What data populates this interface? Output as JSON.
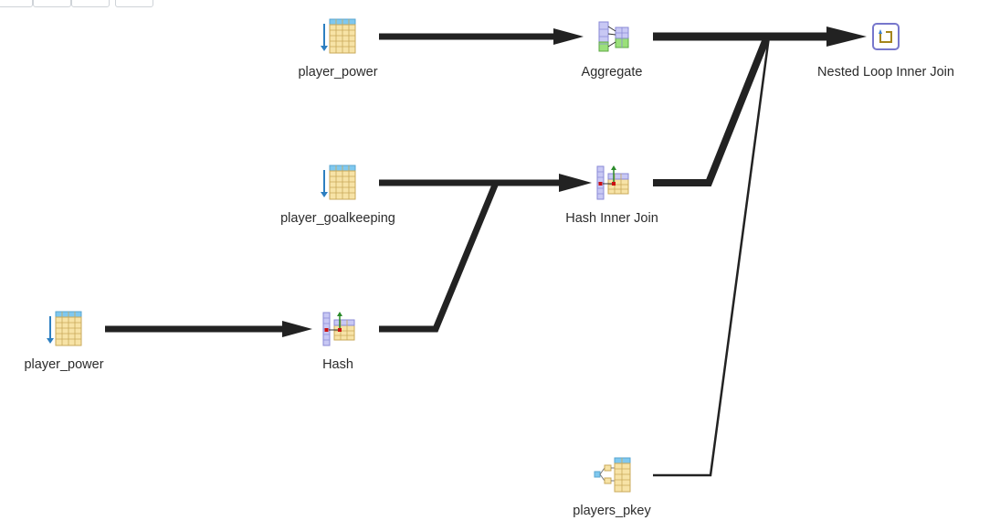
{
  "toolbar": {
    "buttons": [
      {
        "name": "toolbar-button-1"
      },
      {
        "name": "toolbar-button-2"
      },
      {
        "name": "toolbar-button-3"
      },
      {
        "name": "toolbar-button-4"
      }
    ]
  },
  "nodes": {
    "scan_power_top": {
      "label": "player_power",
      "icon": "seq-scan-table-icon"
    },
    "aggregate": {
      "label": "Aggregate",
      "icon": "aggregate-icon"
    },
    "nested_loop": {
      "label": "Nested Loop Inner Join",
      "icon": "nested-loop-icon"
    },
    "scan_goalkeeping": {
      "label": "player_goalkeeping",
      "icon": "seq-scan-table-icon"
    },
    "hash_join": {
      "label": "Hash Inner Join",
      "icon": "hash-join-icon"
    },
    "scan_power_left": {
      "label": "player_power",
      "icon": "seq-scan-table-icon"
    },
    "hash": {
      "label": "Hash",
      "icon": "hash-icon"
    },
    "index_pkey": {
      "label": "players_pkey",
      "icon": "index-scan-icon"
    }
  },
  "colors": {
    "edge": "#222222",
    "table_header": "#7fc8ef",
    "table_body": "#f7e3a6",
    "table_grid": "#c9a95a",
    "scan_arrow": "#2d7fc1",
    "hash_column": "#c8c8f4",
    "hash_key": "#cc1111",
    "hash_arrow": "#2a8a2a",
    "agg_green": "#9be07a",
    "loop_frame": "#7777cc",
    "loop_arrow": "#a4851c",
    "index_node": "#d9b35a"
  }
}
